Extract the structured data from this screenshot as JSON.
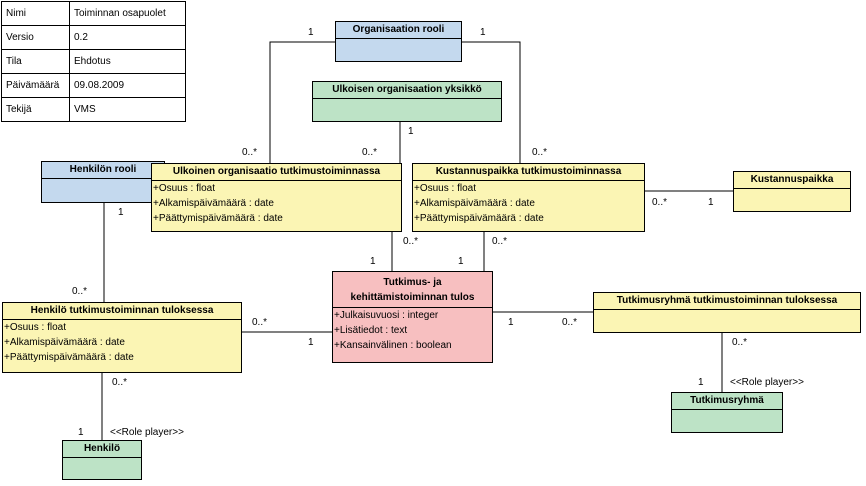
{
  "meta_table": [
    {
      "key": "Nimi",
      "value": "Toiminnan osapuolet"
    },
    {
      "key": "Versio",
      "value": "0.2"
    },
    {
      "key": "Tila",
      "value": "Ehdotus"
    },
    {
      "key": "Päivämäärä",
      "value": "09.08.2009"
    },
    {
      "key": "Tekijä",
      "value": "VMS"
    }
  ],
  "classes": {
    "organisaation_rooli": {
      "name": "Organisaation rooli"
    },
    "ulkoisen_org_yksikko": {
      "name": "Ulkoisen organisaation yksikkö"
    },
    "henkilon_rooli": {
      "name": "Henkilön rooli"
    },
    "ulkoinen_org": {
      "name": "Ulkoinen organisaatio tutkimustoiminnassa",
      "attrs": [
        "+Osuus : float",
        "+Alkamispäivämäärä : date",
        "+Päättymispäivämäärä : date"
      ]
    },
    "kustannuspaikka_tt": {
      "name": "Kustannuspaikka tutkimustoiminnassa",
      "attrs": [
        "+Osuus : float",
        "+Alkamispäivämäärä : date",
        "+Päättymispäivämäärä : date"
      ]
    },
    "kustannuspaikka": {
      "name": "Kustannuspaikka"
    },
    "tulos": {
      "name_line1": "Tutkimus- ja",
      "name_line2": "kehittämistoiminnan tulos",
      "attrs": [
        "+Julkaisuvuosi : integer",
        "+Lisätiedot : text",
        "+Kansainvälinen : boolean"
      ]
    },
    "henkilo_tt": {
      "name": "Henkilö tutkimustoiminnan tuloksessa",
      "attrs": [
        "+Osuus : float",
        "+Alkamispäivämäärä : date",
        "+Päättymispäivämäärä : date"
      ]
    },
    "tutkimusryhma_tt": {
      "name": "Tutkimusryhmä tutkimustoiminnan tuloksessa"
    },
    "tutkimusryhma": {
      "name": "Tutkimusryhmä"
    },
    "henkilo": {
      "name": "Henkilö"
    }
  },
  "multiplicities": {
    "orgrooli_left": "1",
    "orgrooli_right": "1",
    "ulkoinen_top_left": "0..*",
    "ulkoinen_top_right": "0..*",
    "yksikko_bottom": "1",
    "kust_top": "0..*",
    "kust_right": "0..*",
    "kustannuspaikka_left": "1",
    "henkrooli_bottom": "1",
    "henkilo_tt_top": "0..*",
    "ulkoinen_bottom": "0..*",
    "tulos_top_left": "1",
    "kust_bottom": "0..*",
    "tulos_top_right": "1",
    "henkilo_tt_right": "0..*",
    "tulos_left": "1",
    "tulos_right": "1",
    "ryhma_tt_left": "0..*",
    "ryhma_tt_bottom": "0..*",
    "tutkimusryhma_top": "1",
    "henkilo_tt_bottom": "0..*",
    "henkilo_top": "1"
  },
  "stereotypes": {
    "tutkimusryhma_role": "<<Role player>>",
    "henkilo_role": "<<Role player>>"
  },
  "colors": {
    "yellow": "#fbf5b4",
    "blue": "#c4d9ee",
    "green": "#bde3c6",
    "pink": "#f7bfc0"
  }
}
